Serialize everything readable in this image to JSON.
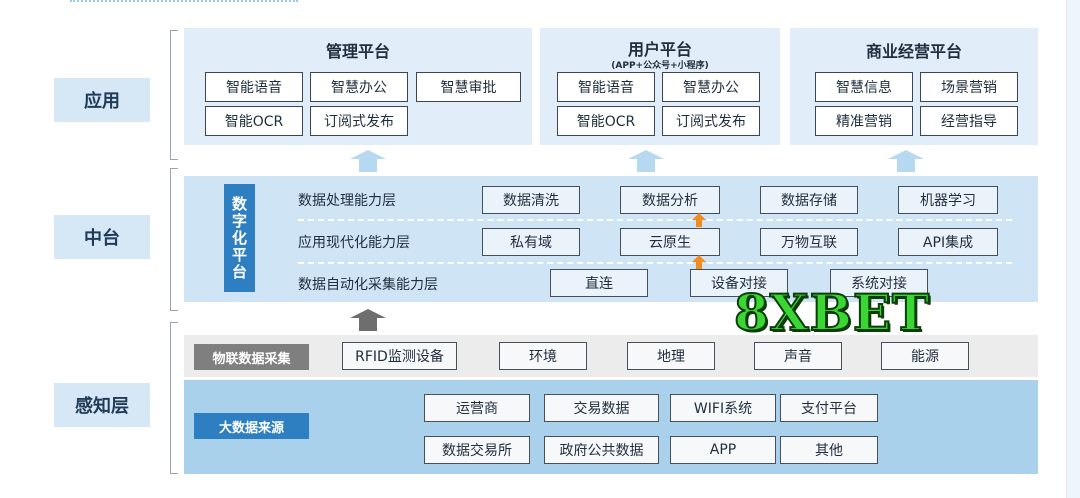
{
  "layers": {
    "application": "应用",
    "middle": "中台",
    "perception": "感知层"
  },
  "app_panels": {
    "management": {
      "title": "管理平台",
      "items": [
        "智能语音",
        "智慧办公",
        "智慧审批",
        "智能OCR",
        "订阅式发布"
      ]
    },
    "user": {
      "title": "用户平台",
      "subtitle": "(APP+公众号+小程序)",
      "items": [
        "智能语音",
        "智慧办公",
        "智能OCR",
        "订阅式发布"
      ]
    },
    "business": {
      "title": "商业经营平台",
      "items": [
        "智慧信息",
        "场景营销",
        "精准营销",
        "经营指导"
      ]
    }
  },
  "digital_platform": {
    "tag": [
      "数",
      "字",
      "化",
      "平",
      "台"
    ],
    "rows": [
      {
        "label": "数据处理能力层",
        "items": [
          "数据清洗",
          "数据分析",
          "数据存储",
          "机器学习"
        ]
      },
      {
        "label": "应用现代化能力层",
        "items": [
          "私有域",
          "云原生",
          "万物互联",
          "API集成"
        ]
      },
      {
        "label": "数据自动化采集能力层",
        "items": [
          "直连",
          "设备对接",
          "系统对接"
        ]
      }
    ]
  },
  "iot": {
    "tag": "物联数据采集",
    "items": [
      "RFID监测设备",
      "环境",
      "地理",
      "声音",
      "能源"
    ]
  },
  "bigdata": {
    "tag": "大数据来源",
    "row1": [
      "运营商",
      "交易数据",
      "WIFI系统",
      "支付平台"
    ],
    "row2": [
      "数据交易所",
      "政府公共数据",
      "APP",
      "其他"
    ]
  },
  "watermark": "8XBET",
  "colors": {
    "label_bg": "#d6e7f5",
    "panel_bg": "#e1eef9",
    "middle_bg": "#cfe4f5",
    "iot_bg": "#ececec",
    "bigdata_bg": "#a9d1ec",
    "accent_blue": "#2e7fc1",
    "arrow_orange": "#f28c1e",
    "arrow_blue": "#b7d8f1",
    "arrow_gray": "#6e6e6e",
    "watermark_green": "#39d634"
  }
}
